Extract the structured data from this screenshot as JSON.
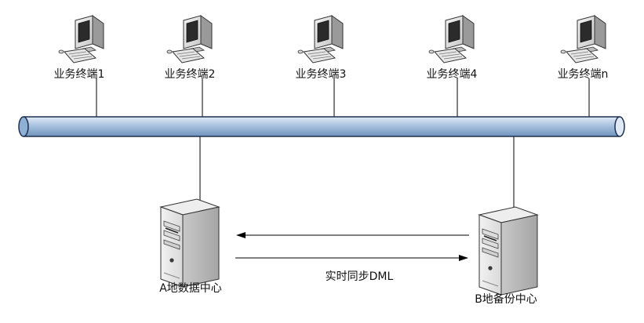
{
  "terminals": [
    {
      "label": "业务终端1"
    },
    {
      "label": "业务终端2"
    },
    {
      "label": "业务终端3"
    },
    {
      "label": "业务终端4"
    },
    {
      "label": "业务终端n"
    }
  ],
  "servers": {
    "a_label": "A地数据中心",
    "b_label": "B地备份中心"
  },
  "sync_label": "实时同步DML",
  "icons": {
    "terminal": "desktop-computer-icon",
    "server": "server-tower-icon"
  },
  "colors": {
    "bus_fill": "#a9c3e0",
    "bus_stroke": "#1f2f4f",
    "line": "#000000"
  }
}
